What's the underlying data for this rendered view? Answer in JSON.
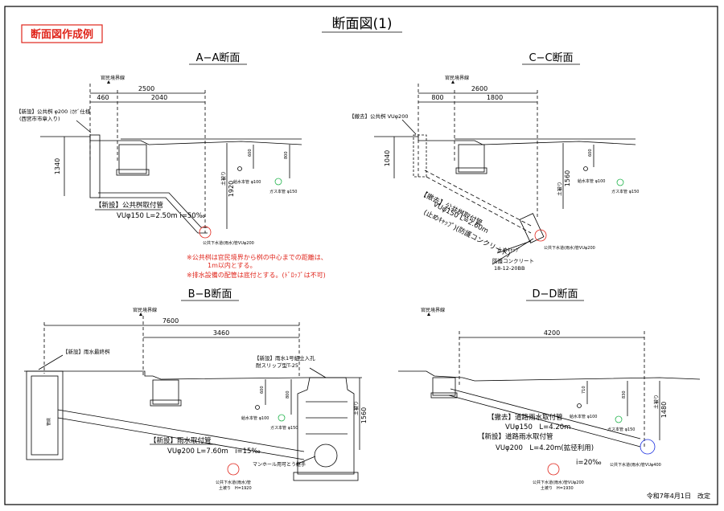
{
  "title": "断面図(1)",
  "stamp": "断面図作成例",
  "footer_date": "令和7年4月1日　改定",
  "boundary_label": "官民境界線",
  "sections": {
    "aa": {
      "title": "A−A断面",
      "dim_total": "2500",
      "dim_left": "460",
      "dim_right": "2040",
      "depth1": "1340",
      "depth2": "1920",
      "depth2_label": "土被り",
      "new_basin_1": "【新設】公共桝 φ200 ﾐｶｹﾞ仕様",
      "new_basin_2": "(西宮市市章入り)",
      "pipe_1": "【新設】公共桝取付管",
      "pipe_2": "VUφ150 L=2.50m i=50‰",
      "water_pipe": "給水本管 φ100",
      "gas_pipe": "ガス本管 φ150",
      "sewer_main": "公共下水道(雨水)管VUφ200",
      "dim_small": "600",
      "dim_small2": "800",
      "note_1": "※公共桝は官民境界から桝の中心までの距離は、",
      "note_2": "1m以内とする。",
      "note_3": "※排水設備の配管は底付とする。(ﾄﾞﾛｯﾌﾟは不可)"
    },
    "cc": {
      "title": "C−C断面",
      "dim_total": "2600",
      "dim_left": "800",
      "dim_right": "1800",
      "depth1": "1040",
      "depth2": "1560",
      "depth2_label": "土被り",
      "remove_basin": "【撤去】公共桝 VUφ200",
      "pipe_1": "【撤去】公共桝取付管",
      "pipe_2": "VUφ150 L=2.60m",
      "pipe_3": "(止めｷｬｯﾌﾟ)(防護コンクリート)",
      "cap_label": "止めｷｬｯﾌﾟ",
      "concrete_1": "防護コンクリート",
      "concrete_2": "18-12-20BB",
      "water_pipe": "給水本管 φ100",
      "gas_pipe": "ガス本管 φ150",
      "sewer_main": "公共下水道(雨水)管VUφ200",
      "dim_small": "600"
    },
    "bb": {
      "title": "B−B断面",
      "dim_total": "7600",
      "dim_right": "3460",
      "depth2": "1560",
      "depth2_label": "土被り",
      "final_basin": "【新設】雨水最終桝",
      "manhole_1": "【新設】雨水1号組立入孔",
      "manhole_2": "耐スリップ型T-25",
      "pipe_1": "【新設】雨水取付管",
      "pipe_2": "VUφ200 L=7.60m　i=15‰",
      "step_label": "マンホール用可とう継手",
      "water_pipe": "給水本管 φ100",
      "gas_pipe": "ガス本管 φ150",
      "sewer_1": "公共下水道(雨水)管",
      "sewer_2": "土被り　H=1920",
      "dim_small": "600",
      "dim_small2": "800",
      "side_label": "管底"
    },
    "dd": {
      "title": "D−D断面",
      "dim_total": "4200",
      "depth2": "1480",
      "depth2_label": "土被り",
      "remove_1": "【撤去】道路雨水取付管",
      "remove_2": "VUφ150　L=4.20m",
      "new_1": "【新設】道路雨水取付管",
      "new_2": "VUφ200　L=4.20m(拡径利用)",
      "slope": "i=20‰",
      "water_pipe": "給水本管 φ100",
      "gas_pipe": "ガス本管 φ150",
      "sewer_main": "公共下水道(雨水)管VUφ400",
      "sewer_1": "公共下水道(雨水)管VUφ200",
      "sewer_2": "土被り　H=1930",
      "dim_small": "710",
      "dim_small2": "830"
    }
  },
  "colors": {
    "ink": "#000000",
    "stamp": "#e0261c",
    "gas": "#1fb34a",
    "sewer_red": "#e0261c",
    "sewer_blue": "#1a2fe0"
  }
}
